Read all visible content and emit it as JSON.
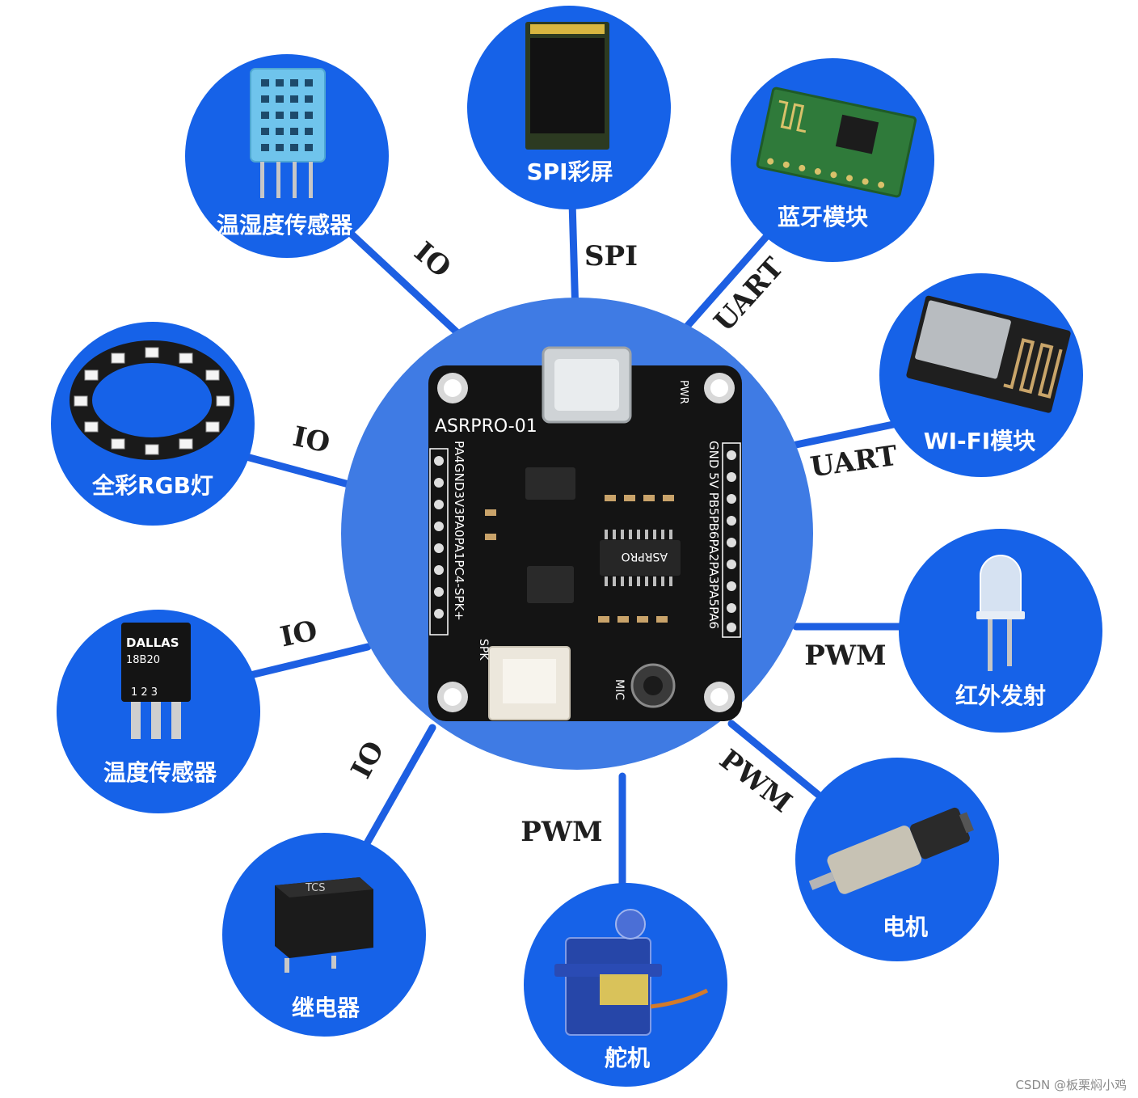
{
  "colors": {
    "hub": "#3f7be4",
    "node": "#1662e8",
    "line": "#1d5fe2",
    "pcb": "#141414"
  },
  "hub": {
    "board_name": "ASRPRO-01",
    "left_pins": "PA4GND3V3PA0PA1PC4-SPK+",
    "right_pins": "GND 5V PB5PB6PA2PA3PA5PA6",
    "pwr": "PWR",
    "spk": "SPK",
    "mic": "MIC",
    "chip": "ASRPRO"
  },
  "nodes": [
    {
      "id": "spi",
      "label": "SPI彩屏",
      "protocol": "SPI",
      "icon": "tft-screen-icon"
    },
    {
      "id": "bt",
      "label": "蓝牙模块",
      "protocol": "UART",
      "icon": "bluetooth-module-icon"
    },
    {
      "id": "wifi",
      "label": "WI-FI模块",
      "protocol": "UART",
      "icon": "wifi-module-icon"
    },
    {
      "id": "ir",
      "label": "红外发射",
      "protocol": "PWM",
      "icon": "ir-led-icon"
    },
    {
      "id": "motor",
      "label": "电机",
      "protocol": "PWM",
      "icon": "dc-motor-icon"
    },
    {
      "id": "servo",
      "label": "舵机",
      "protocol": "PWM",
      "icon": "servo-icon"
    },
    {
      "id": "relay",
      "label": "继电器",
      "protocol": "IO",
      "icon": "relay-icon"
    },
    {
      "id": "temp",
      "label": "温度传感器",
      "protocol": "IO",
      "icon": "ds18b20-icon"
    },
    {
      "id": "rgb",
      "label": "全彩RGB灯",
      "protocol": "IO",
      "icon": "rgb-ring-icon"
    },
    {
      "id": "dht",
      "label": "温湿度传感器",
      "protocol": "IO",
      "icon": "dht-sensor-icon"
    }
  ],
  "icon_text": {
    "ds18b20_brand": "DALLAS",
    "ds18b20_model": "18B20",
    "ds18b20_pins": "1 2 3",
    "relay_brand": "TCS"
  },
  "watermark": "CSDN @板栗焖小鸡"
}
